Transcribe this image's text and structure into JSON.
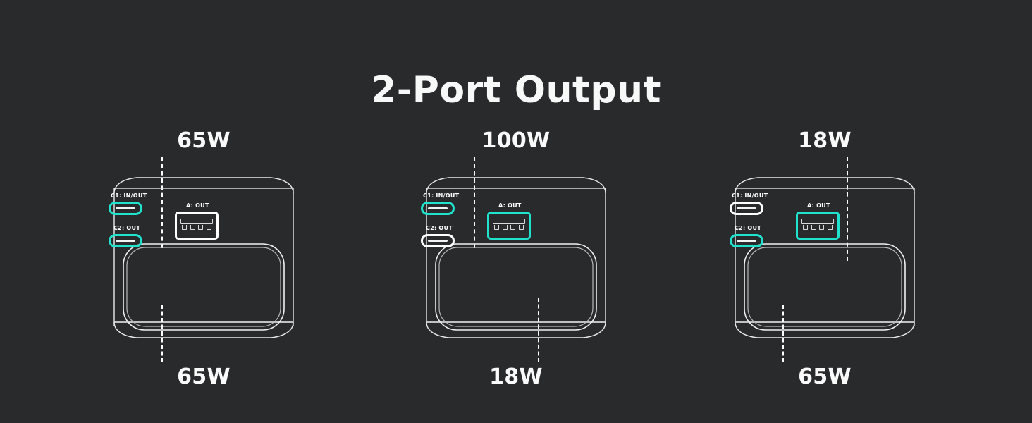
{
  "title": "2-Port Output",
  "theme": {
    "background": "#282a2c",
    "outline": "#ffffff",
    "accent": "#1fe3cd",
    "text": "#f7f8f8"
  },
  "port_captions": {
    "c1": "C1: IN/OUT",
    "c2": "C2: OUT",
    "a": "A: OUT"
  },
  "devices": [
    {
      "id": "device-1",
      "top_watt": "65W",
      "bottom_watt": "65W",
      "top_leader_target": "c1",
      "bottom_leader_source": "c2",
      "ports": {
        "c1": {
          "label": "C1: IN/OUT",
          "type": "usb-c",
          "highlighted": true
        },
        "c2": {
          "label": "C2: OUT",
          "type": "usb-c",
          "highlighted": true
        },
        "a": {
          "label": "A: OUT",
          "type": "usb-a",
          "highlighted": false
        }
      }
    },
    {
      "id": "device-2",
      "top_watt": "100W",
      "bottom_watt": "18W",
      "top_leader_target": "c1",
      "bottom_leader_source": "a",
      "ports": {
        "c1": {
          "label": "C1: IN/OUT",
          "type": "usb-c",
          "highlighted": true
        },
        "c2": {
          "label": "C2: OUT",
          "type": "usb-c",
          "highlighted": false
        },
        "a": {
          "label": "A: OUT",
          "type": "usb-a",
          "highlighted": true
        }
      }
    },
    {
      "id": "device-3",
      "top_watt": "18W",
      "bottom_watt": "65W",
      "top_leader_target": "a",
      "bottom_leader_source": "c2",
      "ports": {
        "c1": {
          "label": "C1: IN/OUT",
          "type": "usb-c",
          "highlighted": false
        },
        "c2": {
          "label": "C2: OUT",
          "type": "usb-c",
          "highlighted": true
        },
        "a": {
          "label": "A: OUT",
          "type": "usb-a",
          "highlighted": true
        }
      }
    }
  ]
}
